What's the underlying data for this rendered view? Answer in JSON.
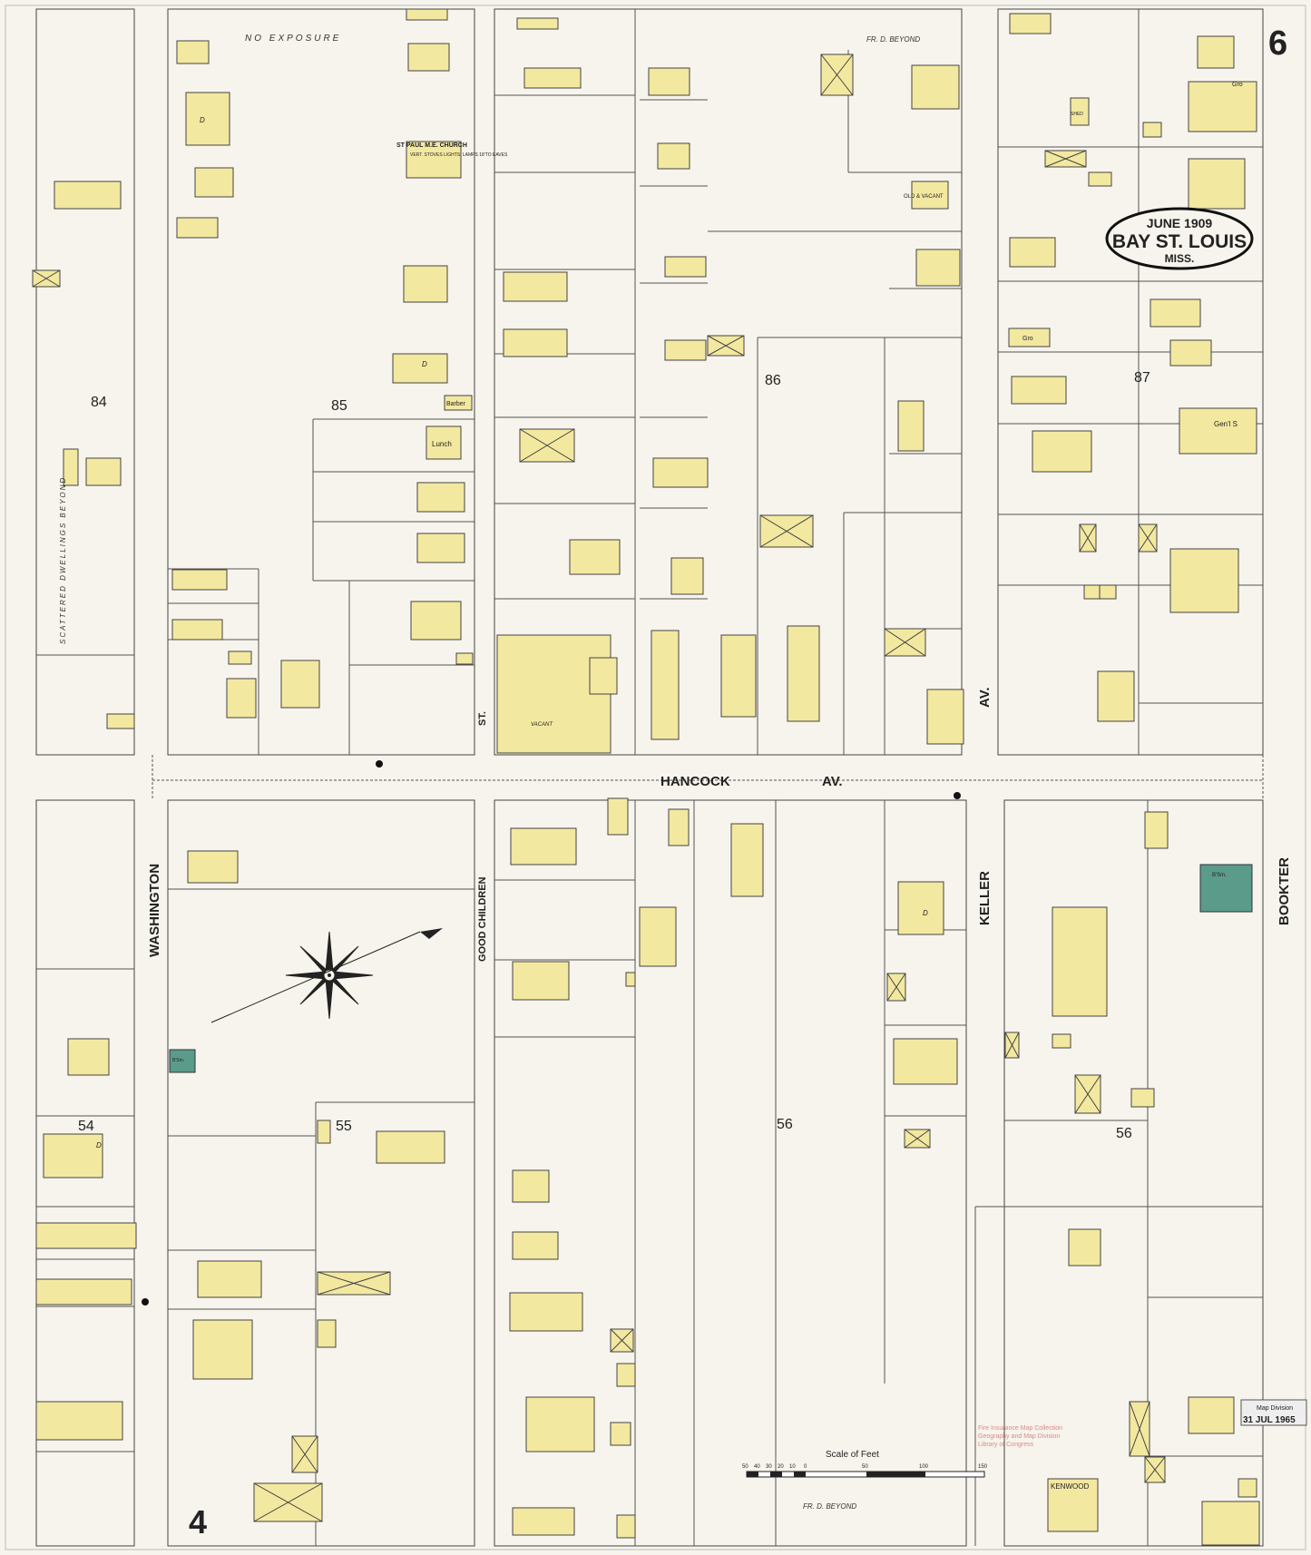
{
  "sheet": {
    "number": "6",
    "bottom_number": "4",
    "date": "JUNE 1909",
    "city": "BAY ST. LOUIS",
    "state": "MISS."
  },
  "streets": {
    "hancock": "HANCOCK",
    "hancock_suffix": "AV.",
    "washington": "WASHINGTON",
    "good_children": "GOOD CHILDREN",
    "good_children_st": "ST.",
    "keller": "KELLER",
    "keller_av": "AV.",
    "bookter": "BOOKTER"
  },
  "blocks": [
    "84",
    "85",
    "86",
    "87",
    "54",
    "55",
    "56",
    "56"
  ],
  "labels": {
    "no_exposure": "NO EXPOSURE",
    "scattered": "SCATTERED DWELLINGS BEYOND",
    "fr_d_beyond": "FR. D. BEYOND",
    "church": "ST PAUL M.E. CHURCH",
    "church_sub": "VERT. STOVES LIGHTS: LAMPS 18'TO EAVES",
    "barber": "Barber",
    "lunch": "Lunch",
    "vacant": "VACANT",
    "old_vacant": "OLD & VACANT",
    "genl_s": "Gen'l S",
    "gro": "Gro",
    "kenwood": "KENWOOD",
    "bsm": "B'Sm.",
    "shed": "SHED",
    "d": "D"
  },
  "scale": {
    "title": "Scale of Feet",
    "ticks": [
      "50",
      "40",
      "30",
      "20",
      "10",
      "0",
      "50",
      "100",
      "150"
    ]
  },
  "stamp": {
    "line1": "Map Division",
    "line2": "31 JUL 1965"
  },
  "watermark": [
    "Fire Insurance Map Collection",
    "Geography and Map Division",
    "Library of Congress"
  ]
}
